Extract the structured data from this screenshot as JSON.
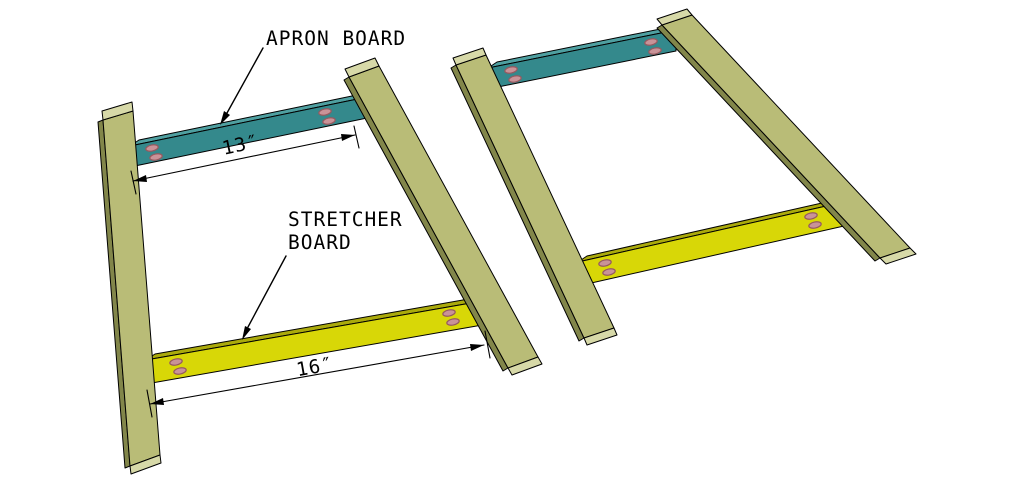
{
  "labels": {
    "apron_board": "APRON BOARD",
    "stretcher_board_line1": "STRETCHER",
    "stretcher_board_line2": "BOARD"
  },
  "dimensions": {
    "apron_length": "13″",
    "stretcher_length": "16″"
  },
  "colors": {
    "leg_face": "#b9bc77",
    "leg_side": "#82864a",
    "leg_end_cap": "#d7d9a8",
    "apron_top_face": "#4fa0a1",
    "apron_front_face": "#34898c",
    "stretcher_top_face": "#abaa0c",
    "stretcher_front_face": "#d8d707",
    "pocket_hole_fill": "#c99398",
    "pocket_hole_outline": "#96595f",
    "annotation_line": "#000000"
  }
}
